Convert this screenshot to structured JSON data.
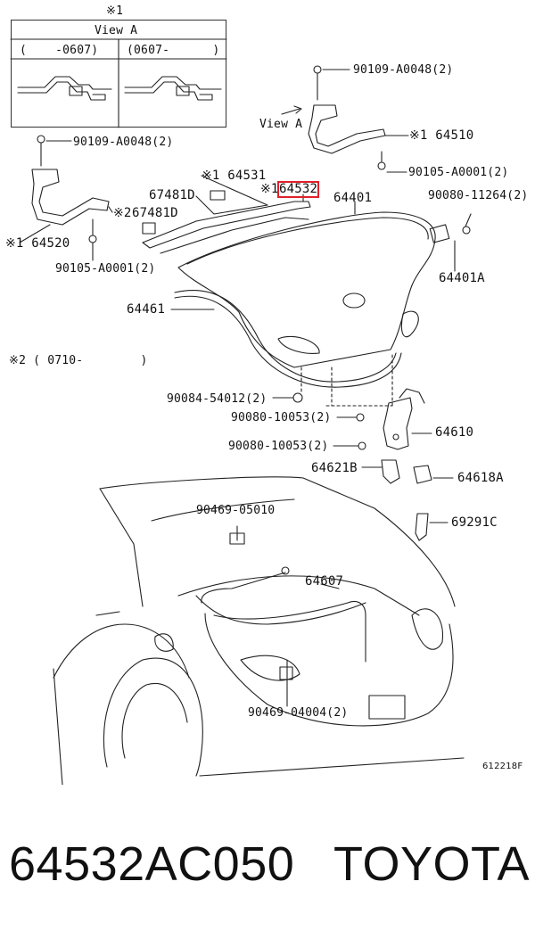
{
  "view_a": {
    "note_mark": "※1",
    "title": "View A",
    "col_left": "(    -0607)",
    "col_right": "(0607-      )"
  },
  "labels": {
    "p90109_top": "90109-A0048(2)",
    "view_a_arrow": "View A",
    "p64510": "※1 64510",
    "p90105_right": "90105-A0001(2)",
    "p90109_left": "90109-A0048(2)",
    "p64531": "※1 64531",
    "p64532_prefix": "※1",
    "p64532": "64532",
    "p64401": "64401",
    "p90080_11264": "90080-11264(2)",
    "p67481d_a": "67481D",
    "p67481d_b_prefix": "※2",
    "p67481d_b": "67481D",
    "p64520": "※1 64520",
    "p90105_left": "90105-A0001(2)",
    "p64401a": "64401A",
    "p64461": "64461",
    "note2": "※2 ( 0710-        )",
    "p90084": "90084-54012(2)",
    "p90080_10053_a": "90080-10053(2)",
    "p64610": "64610",
    "p90080_10053_b": "90080-10053(2)",
    "p64621b": "64621B",
    "p64618a": "64618A",
    "p90469_05010": "90469-05010",
    "p69291c": "69291C",
    "p64607": "64607",
    "p90469_04004": "90469-04004(2)",
    "ref_code": "612218F"
  },
  "footer": {
    "part_number": "64532AC050",
    "brand": "TOYOTA"
  },
  "colors": {
    "highlight": "#e0202a",
    "ink": "#111111"
  }
}
